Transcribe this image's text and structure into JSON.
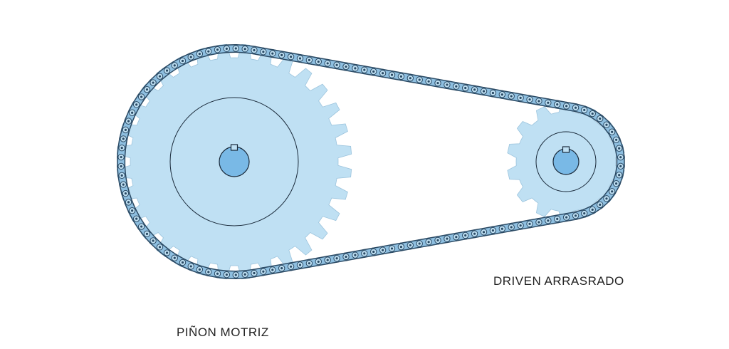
{
  "labels": {
    "driven": "DRIVEN ARRASRADO",
    "drive": "PIÑON MOTRIZ"
  },
  "colors": {
    "sprocket_fill": "#bfe0f3",
    "chain_plate": "#8ebfe0",
    "chain_outline": "#2b4a64",
    "hub_fill": "#79b9e6",
    "line": "#1a2a3a"
  },
  "drive_sprocket": {
    "teeth": 32
  },
  "driven_sprocket": {
    "teeth": 14
  }
}
